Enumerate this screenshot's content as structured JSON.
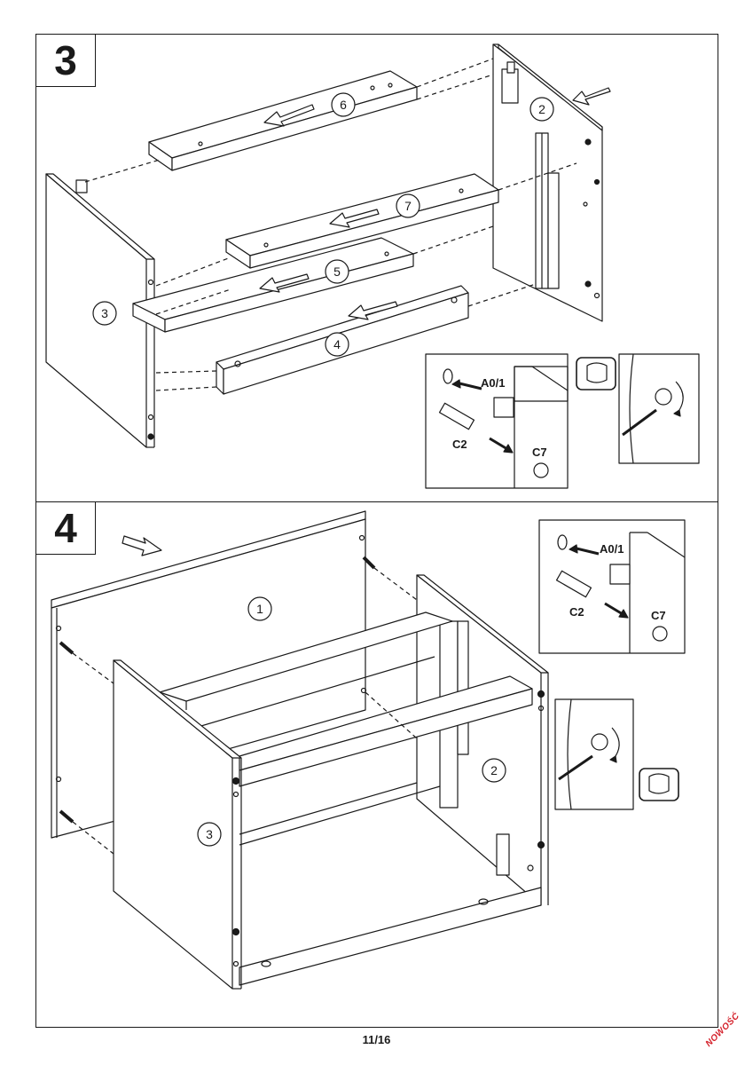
{
  "steps": {
    "step3": {
      "number": "3",
      "parts": {
        "p6": "6",
        "p2": "2",
        "p7": "7",
        "p5": "5",
        "p3": "3",
        "p4": "4"
      },
      "detail": {
        "dowel": "A0/1",
        "cam_bolt": "C2",
        "cam_lock": "C7"
      }
    },
    "step4": {
      "number": "4",
      "parts": {
        "p1": "1",
        "p2": "2",
        "p3": "3"
      },
      "detail": {
        "dowel": "A0/1",
        "cam_bolt": "C2",
        "cam_lock": "C7"
      }
    }
  },
  "footer": {
    "page": "11/16",
    "badge": "NOWOŚĆ"
  },
  "colors": {
    "line": "#1a1a1a",
    "panel": "#ffffff",
    "badge": "#d4202a"
  }
}
